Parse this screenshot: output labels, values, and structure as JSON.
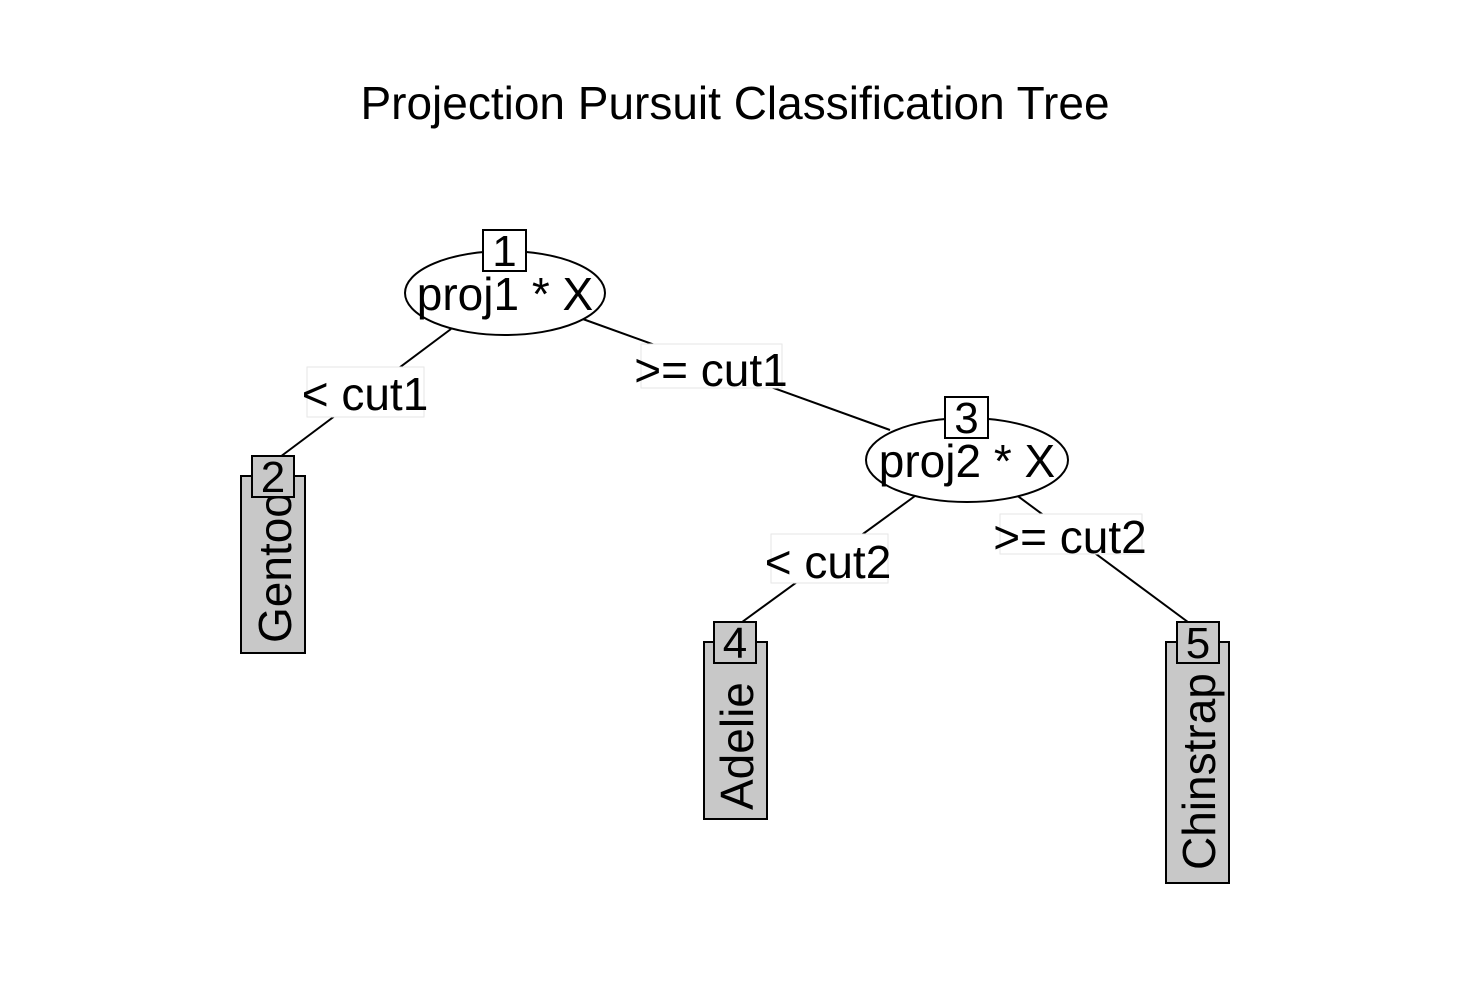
{
  "title": "Projection Pursuit Classification Tree",
  "colors": {
    "background": "#ffffff",
    "stroke": "#000000",
    "leaf_fill": "#c8c8c8",
    "edge_label_box": "#e6e6e6"
  },
  "nodes": {
    "n1": {
      "id": "1",
      "label": "proj1 * X"
    },
    "n2": {
      "id": "2",
      "label": "Gentoo"
    },
    "n3": {
      "id": "3",
      "label": "proj2 * X"
    },
    "n4": {
      "id": "4",
      "label": "Adelie"
    },
    "n5": {
      "id": "5",
      "label": "Chinstrap"
    }
  },
  "edges": {
    "e12": "< cut1",
    "e13": ">= cut1",
    "e34": "< cut2",
    "e35": ">= cut2"
  }
}
